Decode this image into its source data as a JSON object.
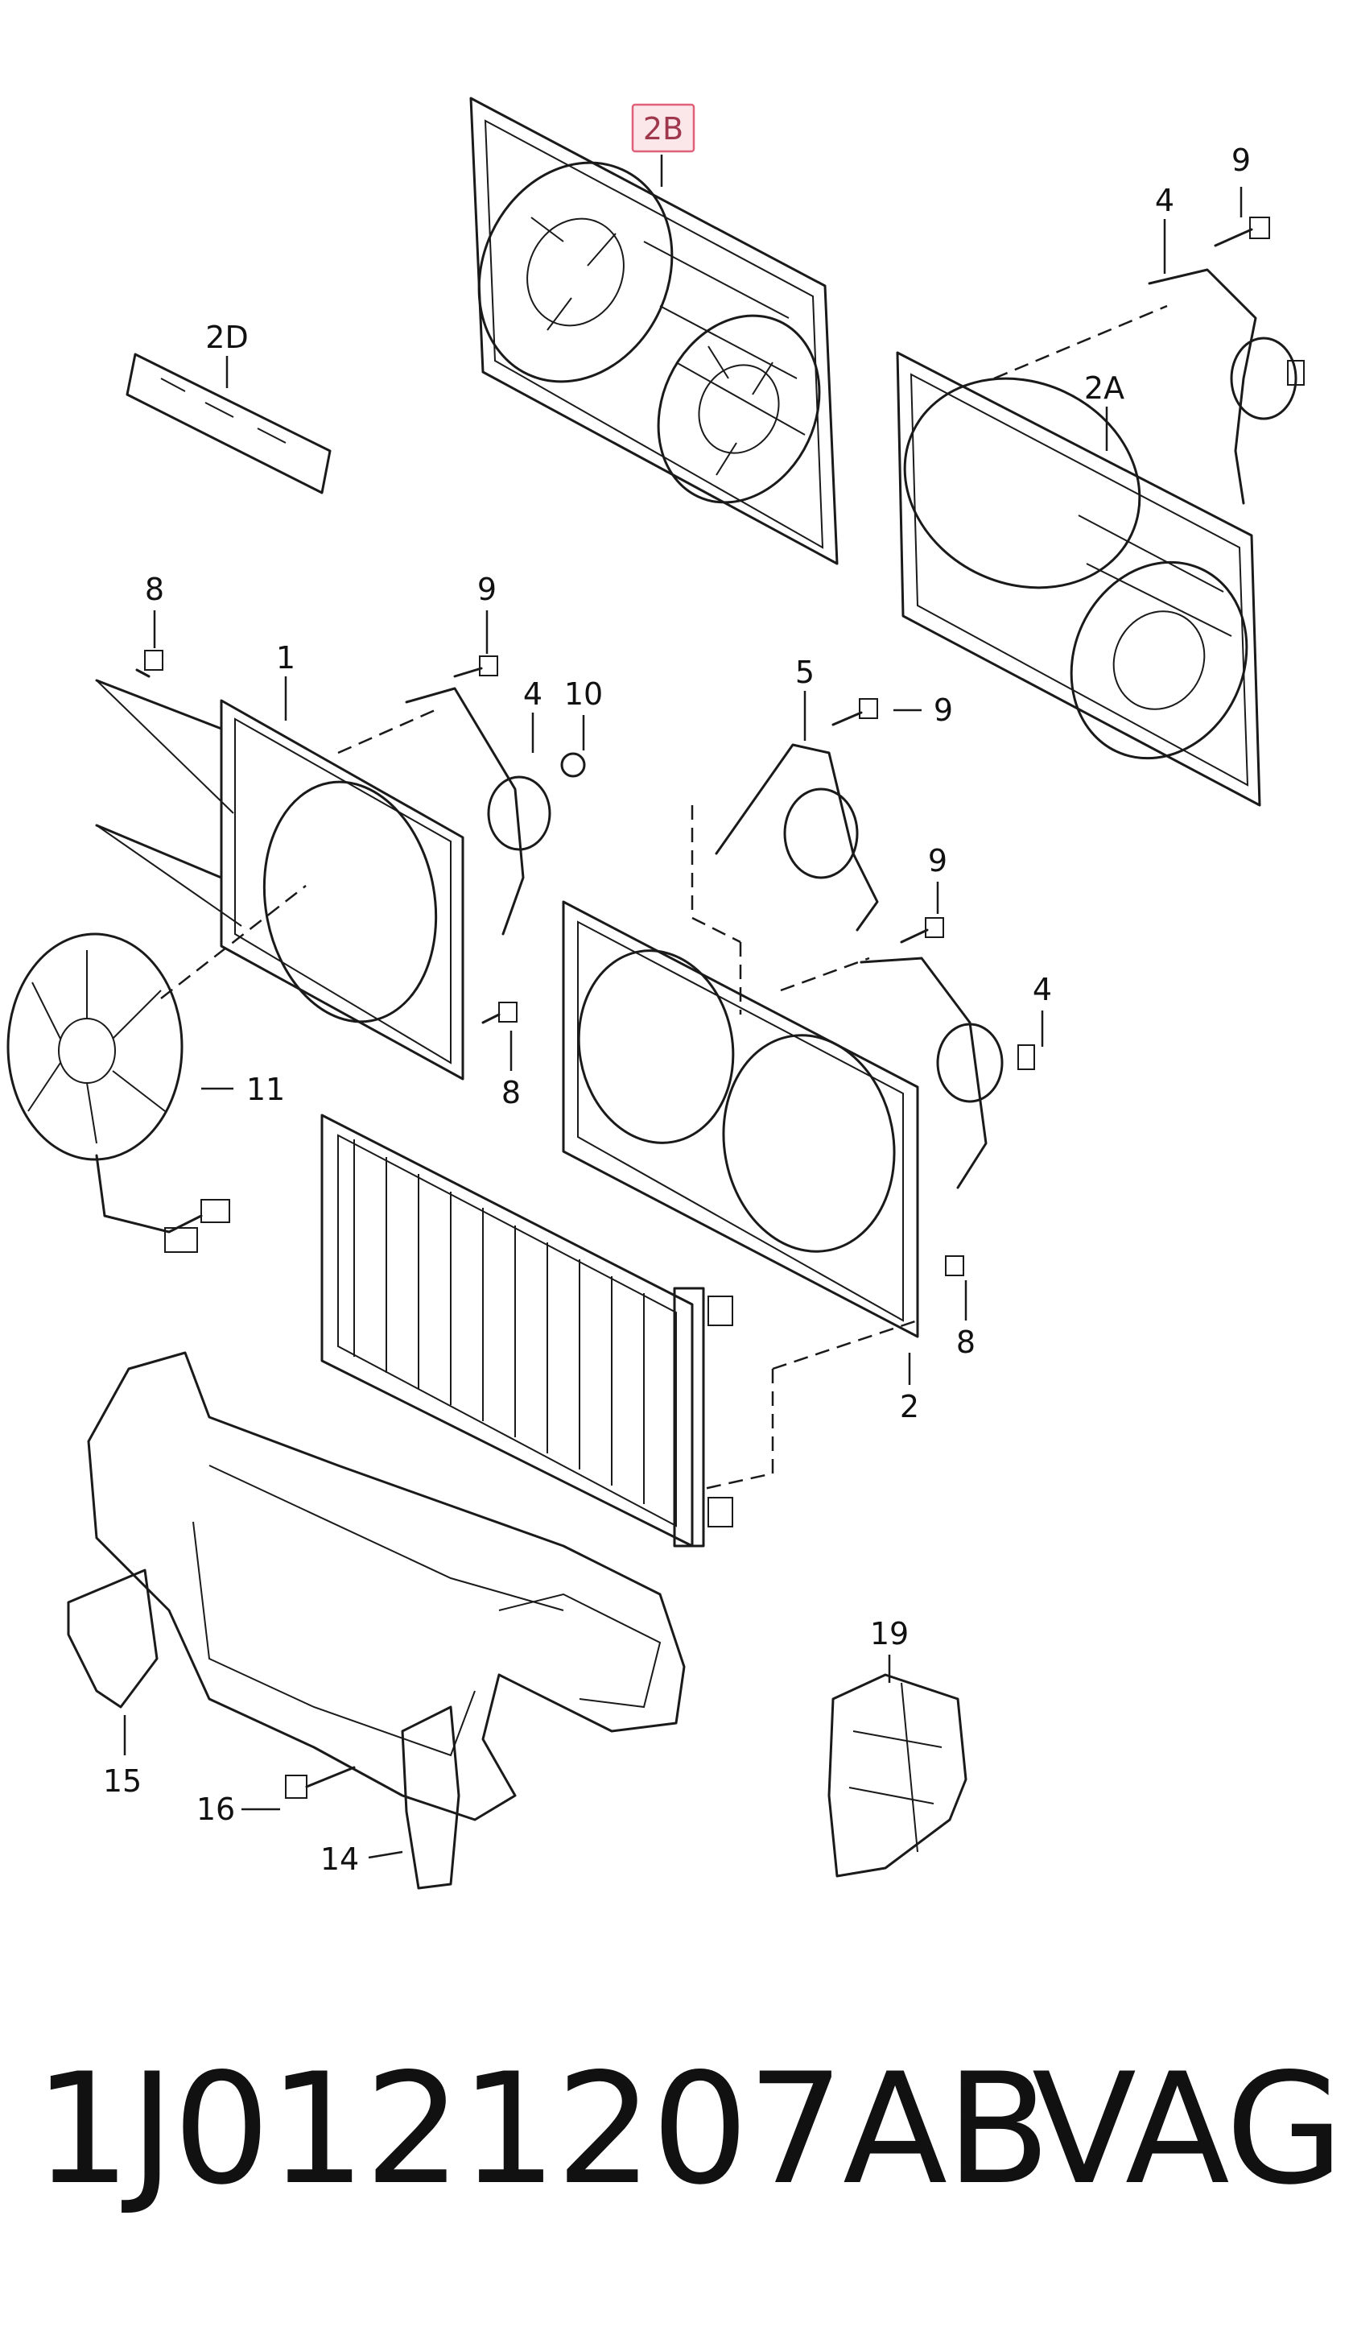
{
  "diagram": {
    "highlighted_callout": "2B",
    "callouts": {
      "c2B": "2B",
      "c9a": "9",
      "c4a": "4",
      "c2D": "2D",
      "c2A": "2A",
      "c8a": "8",
      "c9b": "9",
      "c1": "1",
      "c4b": "4",
      "c10": "10",
      "c5": "5",
      "c9c": "9",
      "c9d": "9",
      "c4c": "4",
      "c11": "11",
      "c8b": "8",
      "c8c": "8",
      "c2": "2",
      "c19": "19",
      "c15": "15",
      "c16": "16",
      "c14": "14"
    },
    "colors": {
      "highlight_fill": "#fbe7ea",
      "highlight_stroke": "#e0607a",
      "line": "#1a1a1a"
    }
  },
  "footer": {
    "part_number": "1J0121207AB",
    "brand": "VAG"
  }
}
